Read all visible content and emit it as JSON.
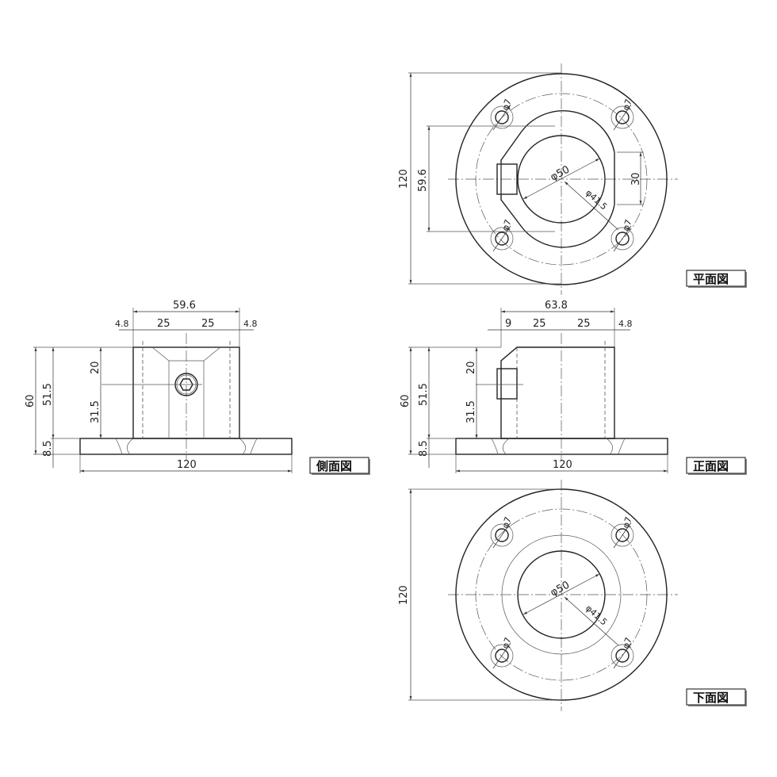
{
  "view_labels": {
    "plan": "平面図",
    "side": "側面図",
    "front": "正面図",
    "bottom": "下面図"
  },
  "plan_view": {
    "outer_dia": "120",
    "boss_width": "59.6",
    "flat_width": "30",
    "bore_outer": "φ50",
    "bore_inner": "φ41.5",
    "hole": "φ7"
  },
  "side_view": {
    "total_width": "59.6",
    "left_offset": "4.8",
    "half_left": "25",
    "half_right": "25",
    "right_offset": "4.8",
    "height_total": "60",
    "height_body": "51.5",
    "top_to_screw": "20",
    "screw_height": "31.5",
    "base_thickness": "8.5",
    "base_width": "120"
  },
  "front_view": {
    "total_width": "63.8",
    "left_offset": "9",
    "half_left": "25",
    "half_right": "25",
    "right_offset": "4.8",
    "height_total": "60",
    "height_body": "51.5",
    "top_to_screw": "20",
    "screw_height": "31.5",
    "base_thickness": "8.5",
    "base_width": "120"
  },
  "bottom_view": {
    "outer_dia": "120",
    "bore_outer": "φ50",
    "bore_inner": "φ41.5",
    "hole": "φ7"
  }
}
